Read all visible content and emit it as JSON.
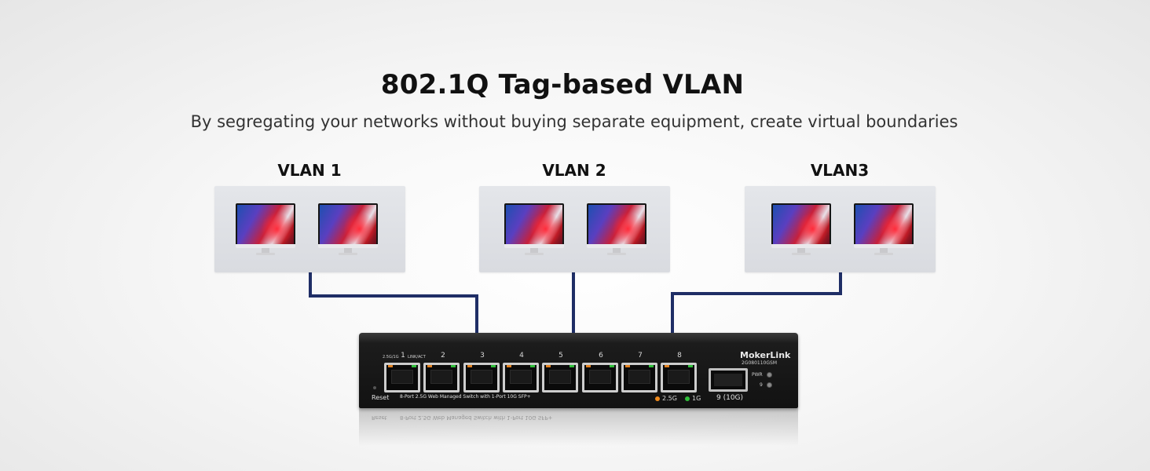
{
  "title": "802.1Q Tag-based VLAN",
  "subtitle": "By segregating your networks without buying separate equipment, create virtual boundaries",
  "vlans": [
    {
      "label": "VLAN 1"
    },
    {
      "label": "VLAN 2"
    },
    {
      "label": "VLAN3"
    }
  ],
  "switch": {
    "brand": "MokerLink",
    "model": "2G080110GSM",
    "port_group_label": "2.5G/1G",
    "uplink_label": "LINK/ACT",
    "ports": [
      "1",
      "2",
      "3",
      "4",
      "5",
      "6",
      "7",
      "8"
    ],
    "description": "8-Port 2.5G Web Managed Switch with 1-Port 10G SFP+",
    "reset_label": "Reset",
    "legend_25g": "2.5G",
    "legend_1g": "1G",
    "sfp_label": "9 (10G)",
    "pwr_label": "PWR",
    "port9_indicator_label": "9",
    "led_colors": {
      "orange": "#f08a1c",
      "green": "#2fbf3a"
    }
  },
  "colors": {
    "connection_line": "#1f2e66",
    "background": "#f3f3f3"
  }
}
